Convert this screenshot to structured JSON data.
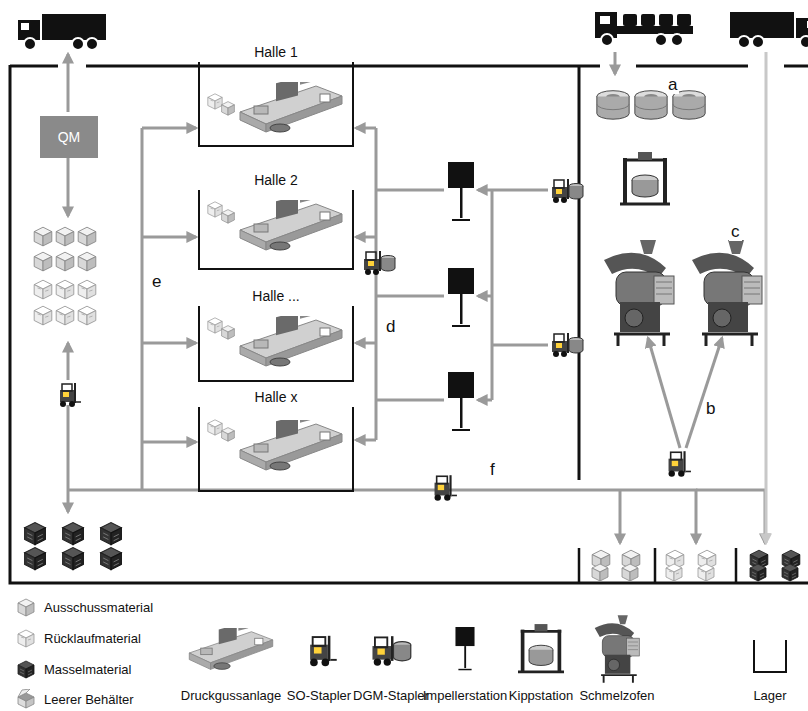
{
  "diagram": {
    "nodes": [
      {
        "text": [
          "QM"
        ]
      },
      {
        "text": [
          "Halle 1"
        ]
      },
      {
        "text": [
          "Halle 2"
        ]
      },
      {
        "text": [
          "Halle ..."
        ]
      },
      {
        "text": [
          "Halle x"
        ]
      }
    ],
    "labels": [
      "a",
      "b",
      "c",
      "d",
      "e",
      "f"
    ],
    "legend": [
      {
        "text": "Ausschussmaterial"
      },
      {
        "text": "Rücklaufmaterial"
      },
      {
        "text": "Masselmaterial"
      },
      {
        "text": "Leerer Behälter"
      },
      {
        "text": "Druckgussanlage"
      },
      {
        "text": "SO-Stapler"
      },
      {
        "text": "DGM-Stapler"
      },
      {
        "text": "Impellerstation"
      },
      {
        "text": "Kippstation"
      },
      {
        "text": "Schmelzofen"
      },
      {
        "text": "Lager"
      }
    ]
  }
}
